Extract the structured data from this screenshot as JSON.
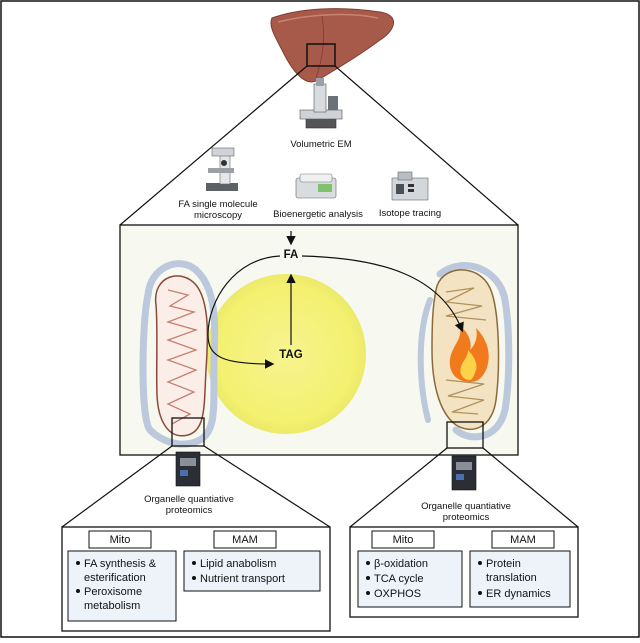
{
  "techniques": {
    "volumetric_em": "Volumetric EM",
    "fa_single_molecule_line1": "FA single molecule",
    "fa_single_molecule_line2": "microscopy",
    "bioenergetic": "Bioenergetic analysis",
    "isotope": "Isotope tracing"
  },
  "cell": {
    "fa_label": "FA",
    "tag_label": "TAG"
  },
  "left_panel": {
    "proteomics_line1": "Organelle quantiative",
    "proteomics_line2": "proteomics",
    "mito_header": "Mito",
    "mam_header": "MAM",
    "mito_items": [
      "FA synthesis &",
      "esterification",
      "Peroxisome",
      "metabolism"
    ],
    "mam_items": [
      "Lipid anabolism",
      "Nutrient transport"
    ]
  },
  "right_panel": {
    "proteomics_line1": "Organelle quantiative",
    "proteomics_line2": "proteomics",
    "mito_header": "Mito",
    "mam_header": "MAM",
    "mito_items": [
      "β-oxidation",
      "TCA cycle",
      "OXPHOS"
    ],
    "mam_items": [
      "Protein",
      "translation",
      "ER dynamics"
    ]
  },
  "colors": {
    "liver": "#a85a4a",
    "lipid_droplet": "#f5f27a",
    "cell_bg": "#f7f8ef",
    "mito_left_fill": "#fbeee8",
    "mito_right_fill": "#f3e3c2",
    "er": "#bcc8dc",
    "box_fill": "#eef3fa",
    "flame": "#f07a1c"
  }
}
